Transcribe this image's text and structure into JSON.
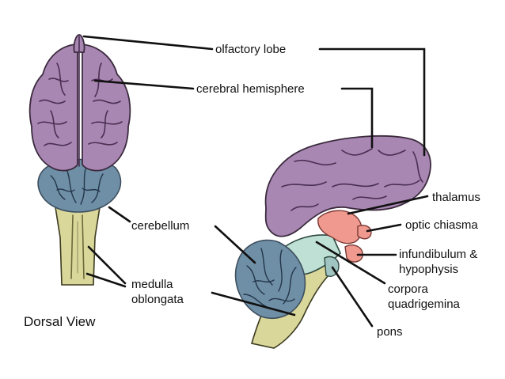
{
  "colors": {
    "cerebrum": "#a987b3",
    "cerebellum": "#6f8fa6",
    "medulla": "#d9d79a",
    "midbrain": "#bfe0d4",
    "thalamus": "#f0998f",
    "background": "#ffffff",
    "ink": "#111111"
  },
  "labels": {
    "olfactory_lobe": "olfactory lobe",
    "cerebral_hemisphere": "cerebral hemisphere",
    "thalamus": "thalamus",
    "optic_chiasma": "optic chiasma",
    "infundibulum_line1": "infundibulum &",
    "infundibulum_line2": "hypophysis",
    "cerebellum": "cerebellum",
    "medulla_line1": "medulla",
    "medulla_line2": "oblongata",
    "corpora_line1": "corpora",
    "corpora_line2": "quadrigemina",
    "pons": "pons",
    "dorsal_view": "Dorsal View"
  }
}
